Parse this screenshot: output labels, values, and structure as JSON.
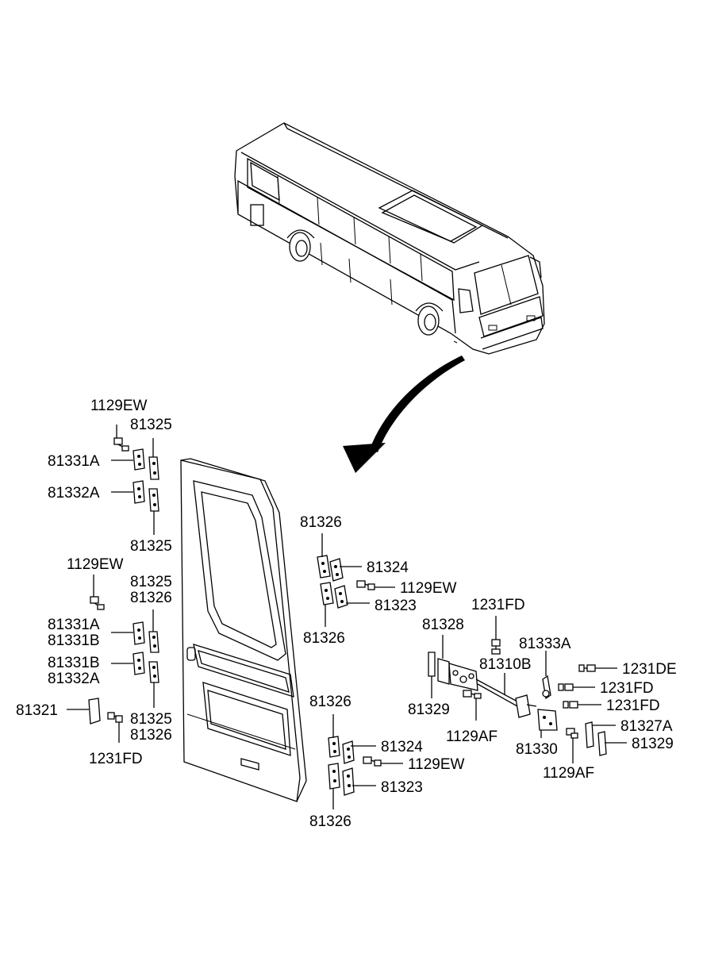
{
  "labels": {
    "l1129ew_a": "1129EW",
    "l81325_a": "81325",
    "l81331a_a": "81331A",
    "l81332a_a": "81332A",
    "l81325_b": "81325",
    "l1129ew_b": "1129EW",
    "l81325_c": "81325",
    "l81326_c": "81326",
    "l81331a_b": "81331A",
    "l81331b_a": "81331B",
    "l81331b_b": "81331B",
    "l81332a_b": "81332A",
    "l81321": "81321",
    "l81325_d": "81325",
    "l81326_d": "81326",
    "l1231fd_a": "1231FD",
    "l81326_top": "81326",
    "l81324_top": "81324",
    "l1129ew_c": "1129EW",
    "l81323_top": "81323",
    "l81326_mid": "81326",
    "l81326_low": "81326",
    "l81324_low": "81324",
    "l1129ew_d": "1129EW",
    "l81323_low": "81323",
    "l81326_bot": "81326",
    "l1231fd_b": "1231FD",
    "l81328": "81328",
    "l81333a": "81333A",
    "l81310b": "81310B",
    "l1231de": "1231DE",
    "l1231fd_c": "1231FD",
    "l1231fd_d": "1231FD",
    "l81329_a": "81329",
    "l1129af_a": "1129AF",
    "l81330": "81330",
    "l81327a": "81327A",
    "l81329_b": "81329",
    "l1129af_b": "1129AF"
  }
}
